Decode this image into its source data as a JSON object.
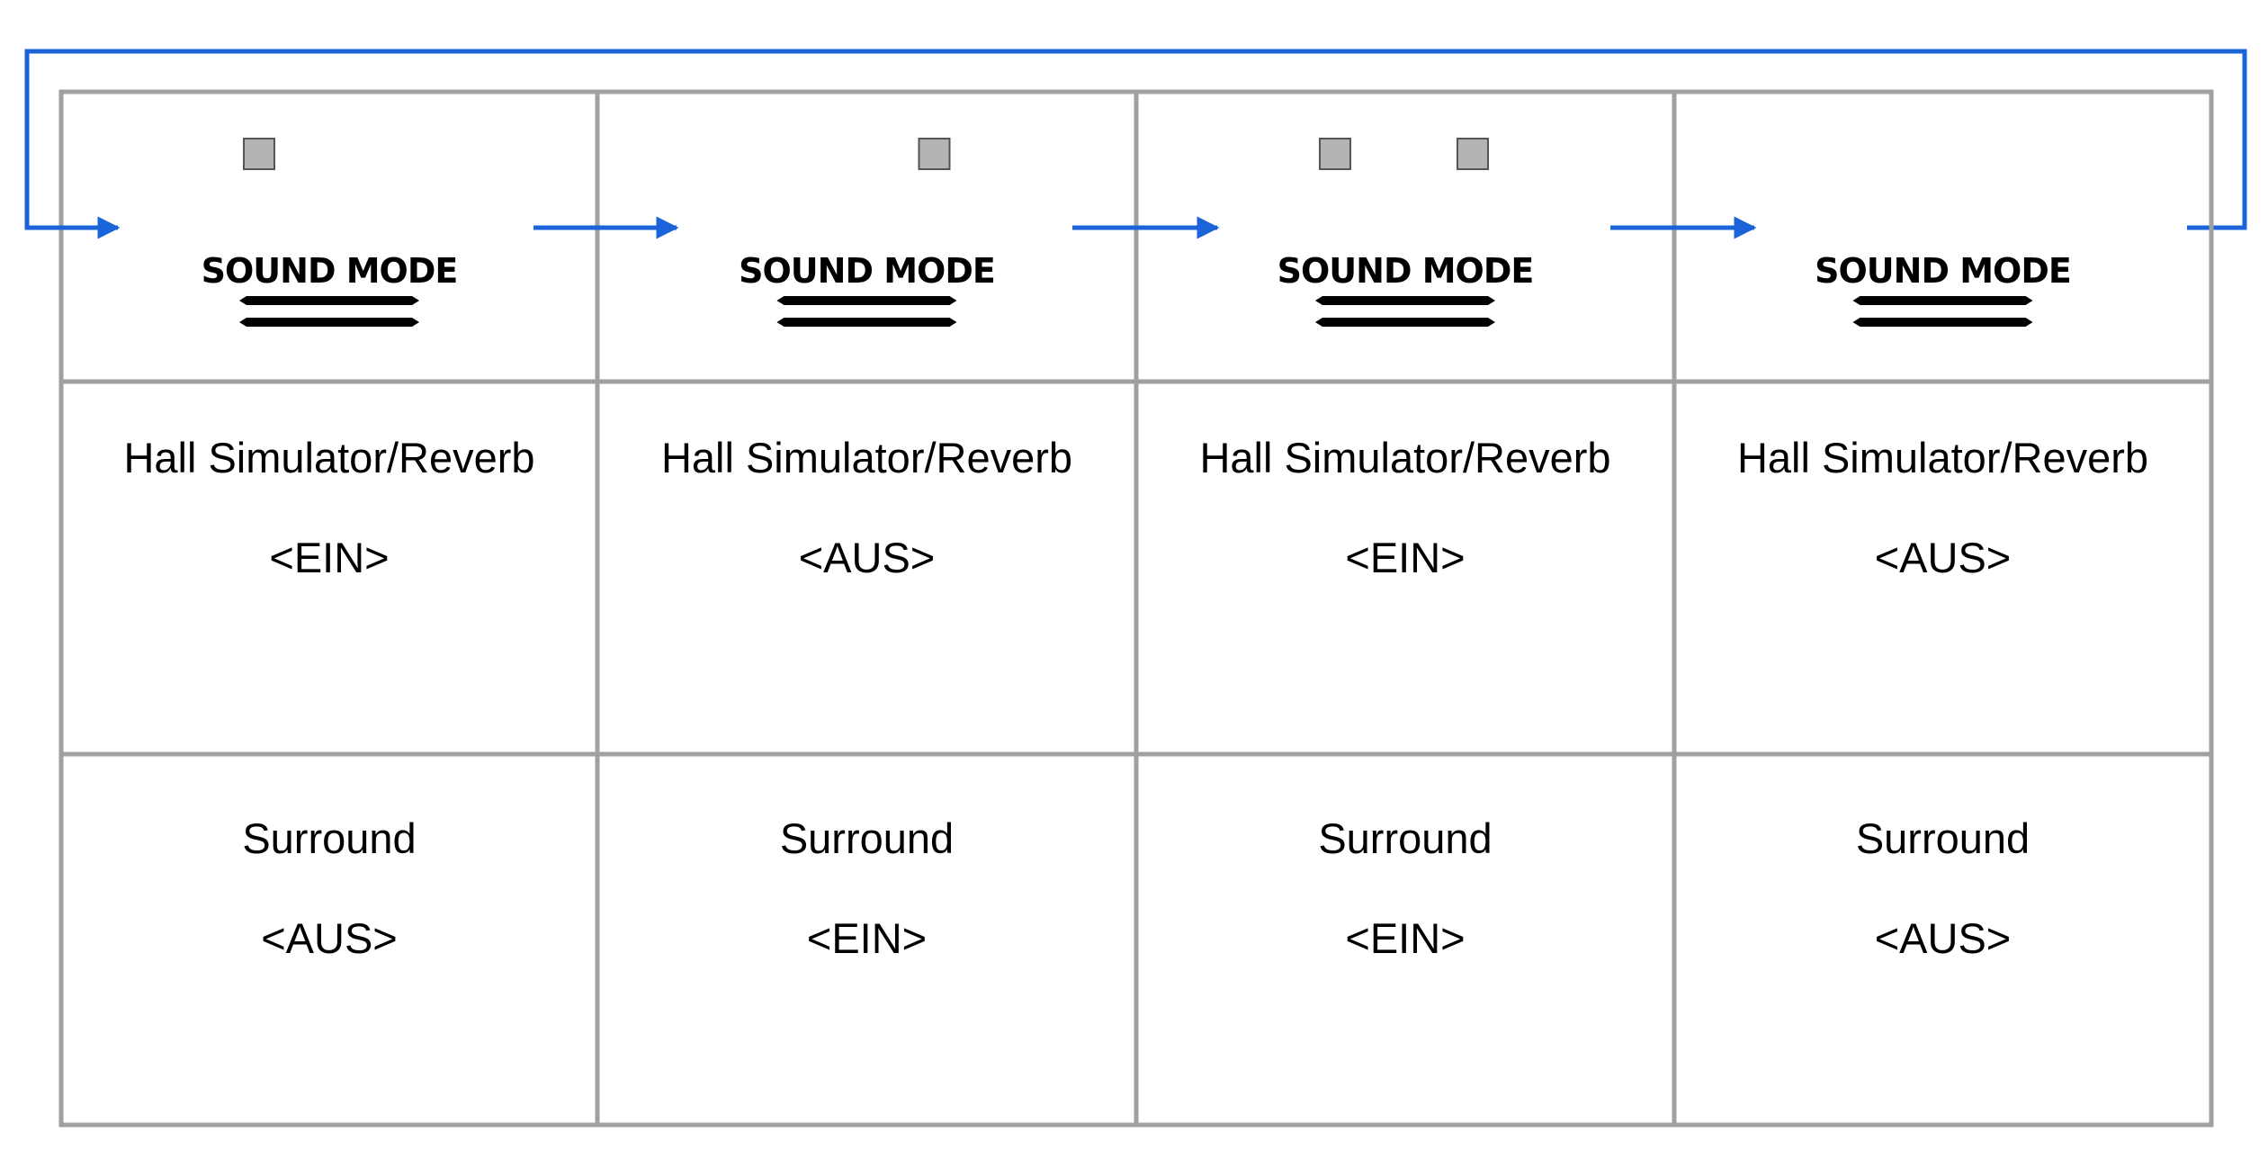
{
  "colors": {
    "grid": "#a0a0a0",
    "arrow": "#1a63d9",
    "indicator_fill": "#b4b4b4",
    "indicator_stroke": "#555555",
    "text": "#000000"
  },
  "button_label": "SOUND MODE",
  "columns": [
    {
      "indicators": [
        "left"
      ],
      "hall": {
        "label": "Hall Simulator/Reverb",
        "state": "<EIN>"
      },
      "surround": {
        "label": "Surround",
        "state": "<AUS>"
      }
    },
    {
      "indicators": [
        "right"
      ],
      "hall": {
        "label": "Hall Simulator/Reverb",
        "state": "<AUS>"
      },
      "surround": {
        "label": "Surround",
        "state": "<EIN>"
      }
    },
    {
      "indicators": [
        "left",
        "right"
      ],
      "hall": {
        "label": "Hall Simulator/Reverb",
        "state": "<EIN>"
      },
      "surround": {
        "label": "Surround",
        "state": "<EIN>"
      }
    },
    {
      "indicators": [],
      "hall": {
        "label": "Hall Simulator/Reverb",
        "state": "<AUS>"
      },
      "surround": {
        "label": "Surround",
        "state": "<AUS>"
      }
    }
  ]
}
